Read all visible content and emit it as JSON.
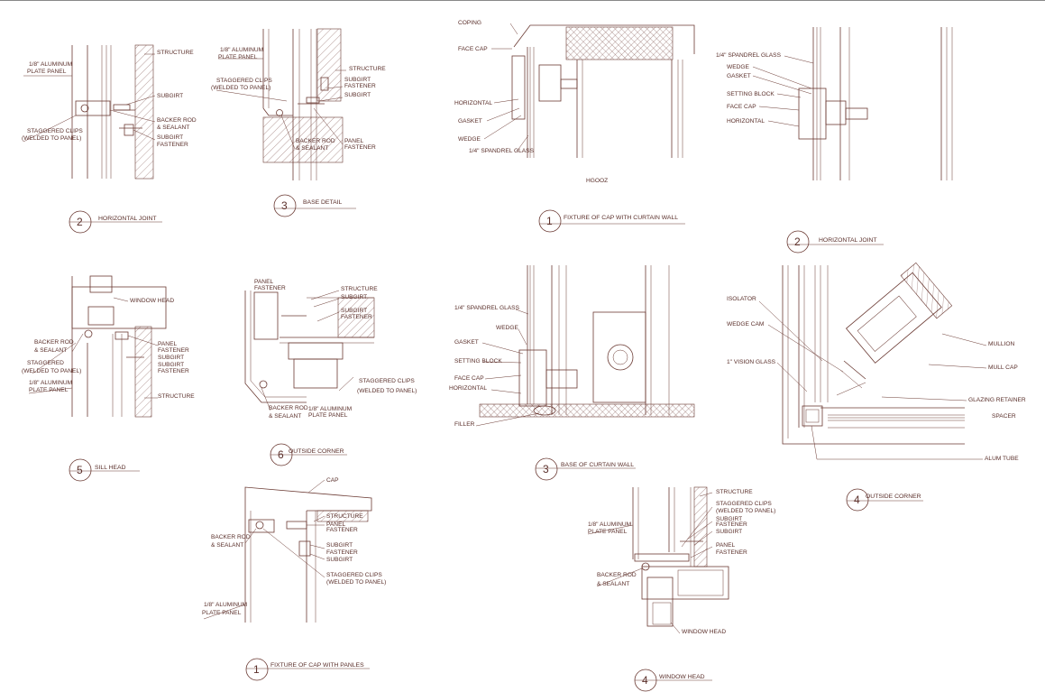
{
  "sheet_code": "HGOOZ",
  "details": [
    {
      "num": "2",
      "title": "HORIZONTAL JOINT",
      "labels": [
        "1/8\" ALUMINUM",
        "PLATE PANEL",
        "STRUCTURE",
        "SUBGIRT",
        "BACKER ROD",
        "& SEALANT",
        "STAGGERED CLIPS",
        "(WELDED TO PANEL)",
        "SUBGIRT",
        "FASTENER"
      ]
    },
    {
      "num": "3",
      "title": "BASE DETAIL",
      "labels": [
        "1/8\" ALUMINUM",
        "PLATE PANEL",
        "STAGGERED CLIPS",
        "(WELDED TO PANEL)",
        "STRUCTURE",
        "SUBGIRT",
        "FASTENER",
        "SUBGIRT",
        "BACKER ROD",
        "& SEALANT",
        "PANEL",
        "FASTENER"
      ]
    },
    {
      "num": "1",
      "title": "FIXTURE OF CAP WITH CURTAIN WALL",
      "labels": [
        "COPING",
        "FACE CAP",
        "HORIZONTAL",
        "GASKET",
        "WEDGE",
        "1/4\" SPANDREL GLASS"
      ]
    },
    {
      "num": "2",
      "title": "HORIZONTAL JOINT",
      "labels": [
        "1/4\" SPANDREL GLASS",
        "WEDGE",
        "GASKET",
        "SETTING BLOCK",
        "FACE CAP",
        "HORIZONTAL"
      ]
    },
    {
      "num": "5",
      "title": "SILL HEAD",
      "labels": [
        "WINDOW HEAD",
        "BACKER ROD",
        "& SEALANT",
        "STAGGERED",
        "(WELDED TO PANEL)",
        "1/8\" ALUMINUM",
        "PLATE PANEL",
        "PANEL",
        "FASTENER",
        "SUBGIRT",
        "SUBGIRT",
        "FASTENER",
        "STRUCTURE"
      ]
    },
    {
      "num": "6",
      "title": "OUTSIDE CORNER",
      "labels": [
        "PANEL",
        "FASTENER",
        "STRUCTURE",
        "SUBGIRT",
        "SUBGIRT",
        "FASTENER",
        "STAGGERED CLIPS",
        "(WELDED TO PANEL)",
        "BACKER ROD",
        "& SEALANT",
        "1/8\" ALUMINUM",
        "PLATE PANEL"
      ]
    },
    {
      "num": "3",
      "title": "BASE OF CURTAIN WALL",
      "labels": [
        "1/4\" SPANDREL GLASS",
        "WEDGE",
        "GASKET",
        "SETTING BLOCK",
        "FACE CAP",
        "HORIZONTAL",
        "FILLER"
      ]
    },
    {
      "num": "4",
      "title": "OUTSIDE CORNER",
      "labels": [
        "ISOLATOR",
        "WEDGE CAM",
        "1\" VISION GLASS",
        "MULLION",
        "MULL CAP",
        "GLAZING RETAINER",
        "SPACER",
        "ALUM TUBE"
      ]
    },
    {
      "num": "1",
      "title": "FIXTURE OF CAP WITH PANLES",
      "labels": [
        "CAP",
        "STRUCTURE",
        "PANEL",
        "FASTENER",
        "BACKER ROD",
        "& SEALANT",
        "SUBGIRT",
        "FASTENER",
        "SUBGIRT",
        "STAGGERED CLIPS",
        "(WELDED TO PANEL)",
        "1/8\" ALUMINUM",
        "PLATE PANEL"
      ]
    },
    {
      "num": "4",
      "title": "WINDOW HEAD",
      "labels": [
        "STRUCTURE",
        "STAGGERED  CLIPS",
        "(WELDED  TO PANEL)",
        "SUBGIRT",
        "FASTENER",
        "SUBGIRT",
        "1/8\" ALUMINUM",
        "PLATE PANEL",
        "PANEL",
        "FASTENER",
        "BACKER ROD",
        "& SEALANT",
        "WINDOW HEAD"
      ]
    }
  ]
}
